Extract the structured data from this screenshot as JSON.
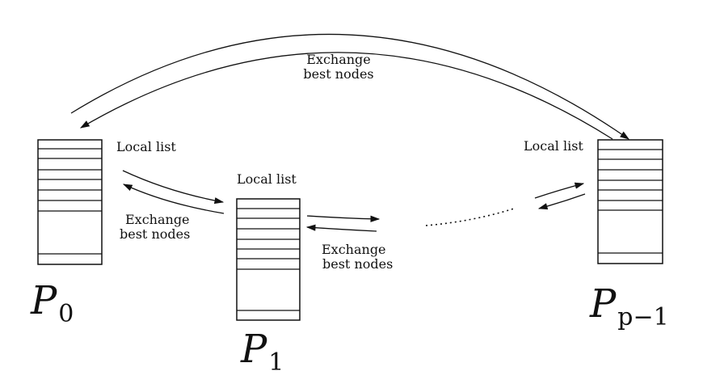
{
  "top_exchange": {
    "line1": "Exchange",
    "line2": "best nodes"
  },
  "p0": {
    "list_label": "Local list",
    "name": "P",
    "sub": "0"
  },
  "p1": {
    "list_label": "Local list",
    "name": "P",
    "sub": "1"
  },
  "pp": {
    "list_label": "Local list",
    "name": "P",
    "sub": "p−1"
  },
  "exchange_left": {
    "line1": "Exchange",
    "line2": "best nodes"
  },
  "exchange_mid": {
    "line1": "Exchange",
    "line2": "best nodes"
  },
  "colors": {
    "ink": "#111111",
    "background": "#ffffff"
  }
}
